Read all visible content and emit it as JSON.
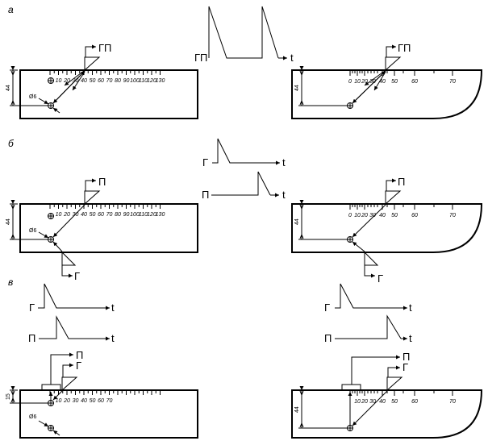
{
  "sections": {
    "a": "а",
    "b": "б",
    "v": "в"
  },
  "labels": {
    "gp": "ГП",
    "g": "Г",
    "p": "П",
    "t": "t"
  },
  "dims": {
    "d44": "44",
    "d15": "15",
    "hole": "Ø6"
  },
  "ruler_long": [
    "10",
    "20",
    "30",
    "40",
    "50",
    "60",
    "70",
    "80",
    "90",
    "100",
    "110",
    "120",
    "130"
  ],
  "ruler_short": [
    "0",
    "10",
    "20",
    "30",
    "40",
    "50",
    "60",
    "70"
  ],
  "ruler_short_v": [
    "10",
    "20",
    "30",
    "40",
    "50",
    "60",
    "70"
  ]
}
